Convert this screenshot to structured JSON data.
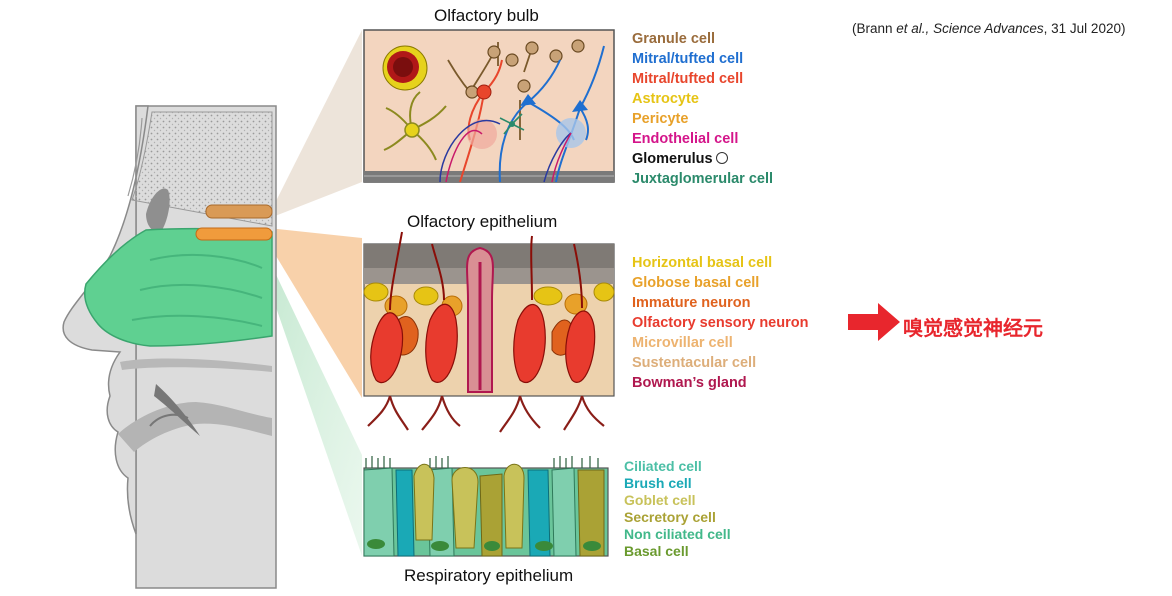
{
  "citation": {
    "open": "(Brann ",
    "etal": "et al.,",
    "sep": " ",
    "journal": "Science Advances",
    "tail": ", 31 Jul 2020)"
  },
  "sections": {
    "bulb": {
      "title": "Olfactory bulb"
    },
    "olfactory_epithelium": {
      "title": "Olfactory epithelium"
    },
    "respiratory_epithelium": {
      "title": "Respiratory epithelium"
    }
  },
  "bulb_legend": [
    {
      "label": "Granule cell",
      "color": "#9a6c3c"
    },
    {
      "label": "Mitral/tufted cell",
      "color": "#1f6fd0"
    },
    {
      "label": "Mitral/tufted cell",
      "color": "#e8462c"
    },
    {
      "label": "Astrocyte",
      "color": "#e6c415"
    },
    {
      "label": "Pericyte",
      "color": "#e8a12a"
    },
    {
      "label": "Endothelial cell",
      "color": "#d4158a"
    },
    {
      "label": "Glomerulus",
      "color": "#111111"
    },
    {
      "label": "Juxtaglomerular cell",
      "color": "#2b8a6b"
    }
  ],
  "oe_legend": [
    {
      "label": "Horizontal basal cell",
      "color": "#e6c415"
    },
    {
      "label": "Globose basal cell",
      "color": "#e8a12a"
    },
    {
      "label": "Immature neuron",
      "color": "#e0621e"
    },
    {
      "label": "Olfactory sensory neuron",
      "color": "#e83b2e"
    },
    {
      "label": "Microvillar cell",
      "color": "#edb370"
    },
    {
      "label": "Sustentacular cell",
      "color": "#ddae7a"
    },
    {
      "label": "Bowman’s gland",
      "color": "#b0184f"
    }
  ],
  "re_legend": [
    {
      "label": "Ciliated cell",
      "color": "#4cbfa6"
    },
    {
      "label": "Brush cell",
      "color": "#1aa9b6"
    },
    {
      "label": "Goblet cell",
      "color": "#c8c25a"
    },
    {
      "label": "Secretory cell",
      "color": "#aaa235"
    },
    {
      "label": "Non ciliated cell",
      "color": "#42b88a"
    },
    {
      "label": "Basal cell",
      "color": "#6a9a2e"
    }
  ],
  "annotation": {
    "text": "嗅觉感觉神经元",
    "color": "#e8262d"
  }
}
